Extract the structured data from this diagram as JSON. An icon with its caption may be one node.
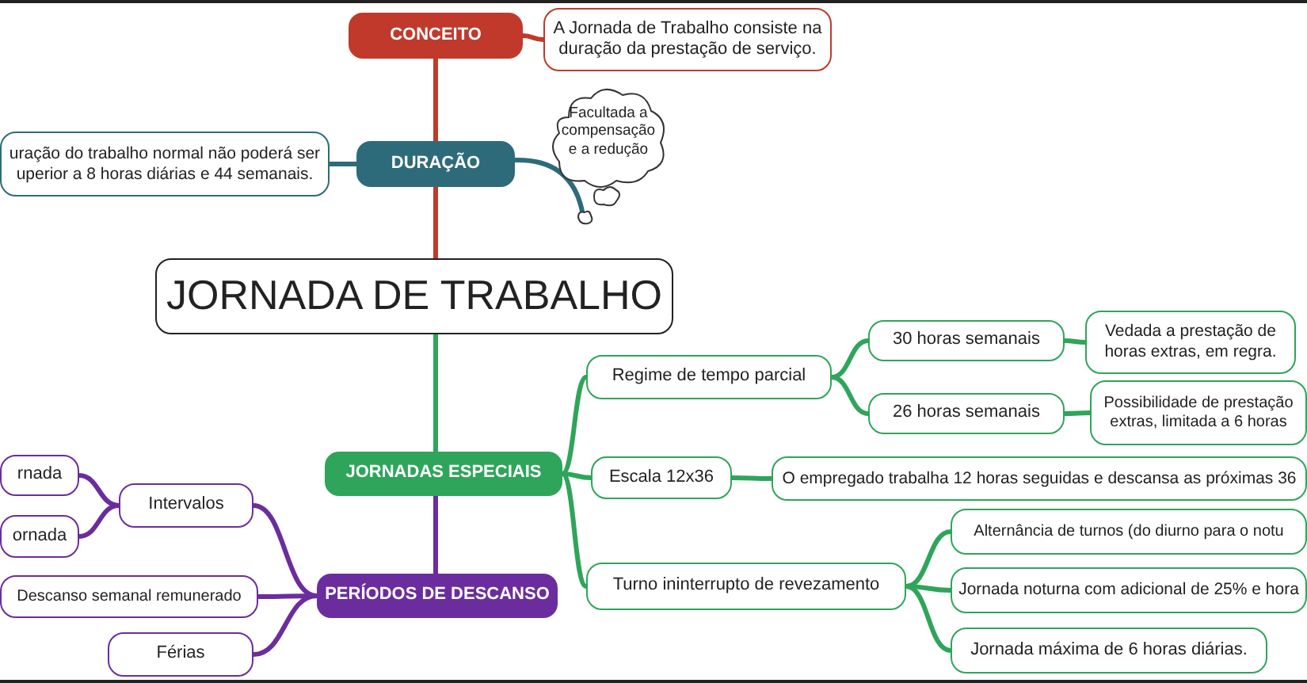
{
  "diagram": {
    "nodes": [
      {
        "text": [
          "JORNADA DE TRABALHO"
        ]
      },
      {
        "text": [
          "CONCEITO"
        ]
      },
      {
        "text": [
          "A Jornada de Trabalho consiste na duração da prestação de serviço."
        ]
      },
      {
        "text": [
          "DURAÇÃO"
        ]
      },
      {
        "text": [
          "uração do trabalho normal não poderá ser uperior a 8 horas diárias e 44 semanais."
        ]
      },
      {
        "text": [
          "Facultada a compensação e a redução"
        ]
      },
      {
        "text": [
          "JORNADAS ESPECIAIS"
        ]
      },
      {
        "text": [
          "Regime de tempo parcial"
        ]
      },
      {
        "text": [
          "30 horas semanais"
        ]
      },
      {
        "text": [
          "Vedada a prestação de horas extras, em regra."
        ]
      },
      {
        "text": [
          "26 horas semanais"
        ]
      },
      {
        "text": [
          "Possibilidade de prestação extras, limitada a 6 horas"
        ]
      },
      {
        "text": [
          "Escala 12x36"
        ]
      },
      {
        "text": [
          "O empregado trabalha 12 horas seguidas e descansa as próximas 36"
        ]
      },
      {
        "text": [
          "Turno ininterrupto de revezamento"
        ]
      },
      {
        "text": [
          "Alternância de turnos (do diurno para o notu"
        ]
      },
      {
        "text": [
          "Jornada noturna com adicional de 25% e hora"
        ]
      },
      {
        "text": [
          "Jornada máxima de 6 horas diárias."
        ]
      },
      {
        "text": [
          "PERÍODOS DE DESCANSO"
        ]
      },
      {
        "text": [
          "Intervalos"
        ]
      },
      {
        "text": [
          "rnada"
        ]
      },
      {
        "text": [
          "ornada"
        ]
      },
      {
        "text": [
          "Descanso semanal remunerado"
        ]
      },
      {
        "text": [
          "Férias"
        ]
      }
    ],
    "edges": [
      {
        "from": 0,
        "to": 3,
        "arrow": "none",
        "color": "#c0392b"
      },
      {
        "from": 3,
        "to": 1,
        "arrow": "none",
        "color": "#c0392b"
      },
      {
        "from": 1,
        "to": 2,
        "arrow": "none",
        "color": "#c0392b"
      },
      {
        "from": 3,
        "to": 4,
        "arrow": "none",
        "color": "#2e6b7a"
      },
      {
        "from": 3,
        "to": 5,
        "arrow": "none",
        "color": "#2e6b7a"
      },
      {
        "from": 0,
        "to": 6,
        "arrow": "none"
      },
      {
        "from": 6,
        "to": 7,
        "arrow": "none"
      },
      {
        "from": 7,
        "to": 8,
        "arrow": "none"
      },
      {
        "from": 8,
        "to": 9,
        "arrow": "none"
      },
      {
        "from": 7,
        "to": 10,
        "arrow": "none"
      },
      {
        "from": 10,
        "to": 11,
        "arrow": "none"
      },
      {
        "from": 6,
        "to": 12,
        "arrow": "none"
      },
      {
        "from": 12,
        "to": 13,
        "arrow": "none"
      },
      {
        "from": 6,
        "to": 14,
        "arrow": "none"
      },
      {
        "from": 14,
        "to": 15,
        "arrow": "none"
      },
      {
        "from": 14,
        "to": 16,
        "arrow": "none"
      },
      {
        "from": 14,
        "to": 17,
        "arrow": "none"
      },
      {
        "from": 6,
        "to": 18,
        "arrow": "none",
        "color": "#6b2d9e"
      },
      {
        "from": 18,
        "to": 19,
        "arrow": "none",
        "color": "#6b2d9e"
      },
      {
        "from": 19,
        "to": 20,
        "arrow": "none",
        "color": "#6b2d9e"
      },
      {
        "from": 19,
        "to": 21,
        "arrow": "none",
        "color": "#6b2d9e"
      },
      {
        "from": 18,
        "to": 22,
        "arrow": "none",
        "color": "#6b2d9e"
      },
      {
        "from": 18,
        "to": 23,
        "arrow": "none",
        "color": "#6b2d9e"
      }
    ]
  }
}
